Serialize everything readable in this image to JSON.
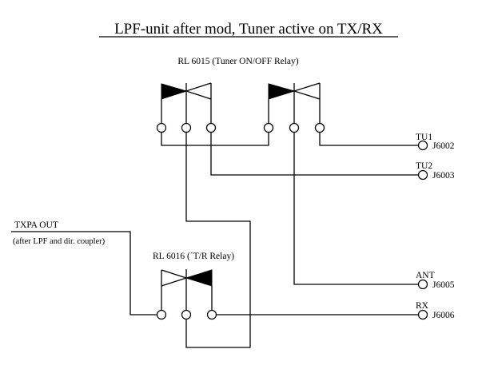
{
  "title": "LPF-unit after mod, Tuner active on TX/RX",
  "relays": [
    {
      "id": "rl6015",
      "label": "RL 6015 (Tuner ON/OFF Relay)"
    },
    {
      "id": "rl6016",
      "label": "RL 6016 (´T/R Relay)"
    }
  ],
  "inputs": {
    "txpa_label": "TXPA OUT",
    "txpa_note": "(after LPF and dir. coupler)"
  },
  "connectors": [
    {
      "name": "TU1",
      "jack": "J6002"
    },
    {
      "name": "TU2",
      "jack": "J6003"
    },
    {
      "name": "ANT",
      "jack": "J6005"
    },
    {
      "name": "RX",
      "jack": "J6006"
    }
  ]
}
